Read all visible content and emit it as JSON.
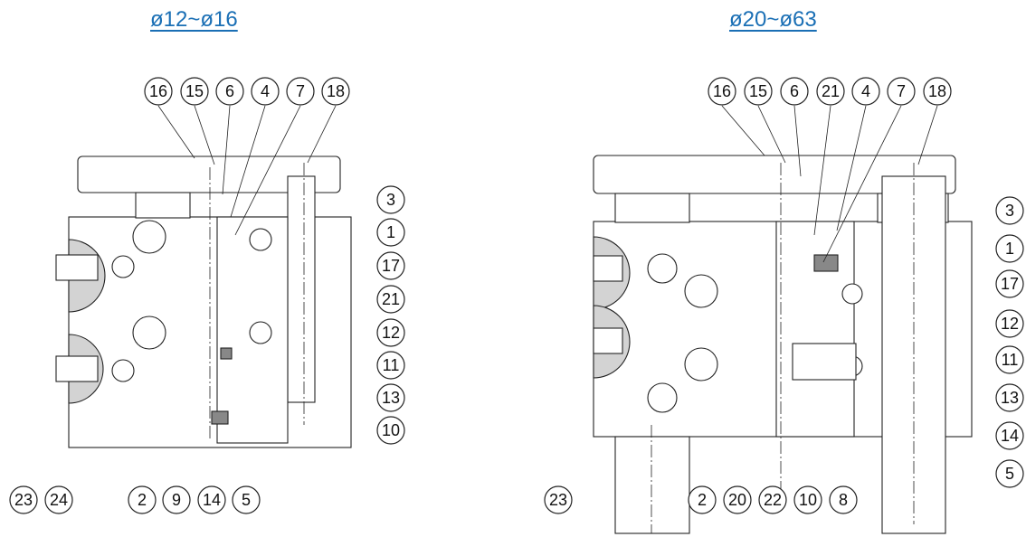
{
  "left_view": {
    "title": "ø12~ø16",
    "top_balloons": [
      "16",
      "15",
      "6",
      "4",
      "7",
      "18"
    ],
    "right_balloons": [
      "3",
      "1",
      "17",
      "21",
      "12",
      "11",
      "13",
      "10"
    ],
    "bottom_balloons": [
      "23",
      "24",
      "2",
      "9",
      "14",
      "5"
    ]
  },
  "right_view": {
    "title": "ø20~ø63",
    "top_balloons": [
      "16",
      "15",
      "6",
      "21",
      "4",
      "7",
      "18"
    ],
    "right_balloons": [
      "3",
      "1",
      "17",
      "12",
      "11",
      "13",
      "14",
      "5"
    ],
    "bottom_balloons": [
      "23",
      "2",
      "20",
      "22",
      "10",
      "8"
    ]
  },
  "colors": {
    "title": "#1a6fb5",
    "section": "#d3d3d3",
    "line": "#222222"
  }
}
